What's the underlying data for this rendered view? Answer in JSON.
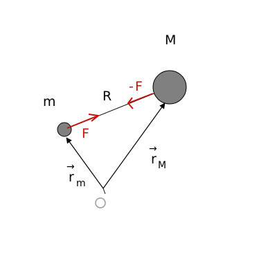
{
  "labels": {
    "big_mass": "M",
    "small_mass": "m",
    "distance": "R",
    "force_on_small": "F",
    "force_on_big_sign": "-",
    "force_on_big": "F",
    "r_m_base": "r",
    "r_m_sub": "m",
    "r_M_base": "r",
    "r_M_sub": "M",
    "vec_arrow": "→"
  },
  "colors": {
    "force": "#c0140f",
    "body_fill": "#808080",
    "stroke": "#000000",
    "origin": "#9a9a9a"
  }
}
